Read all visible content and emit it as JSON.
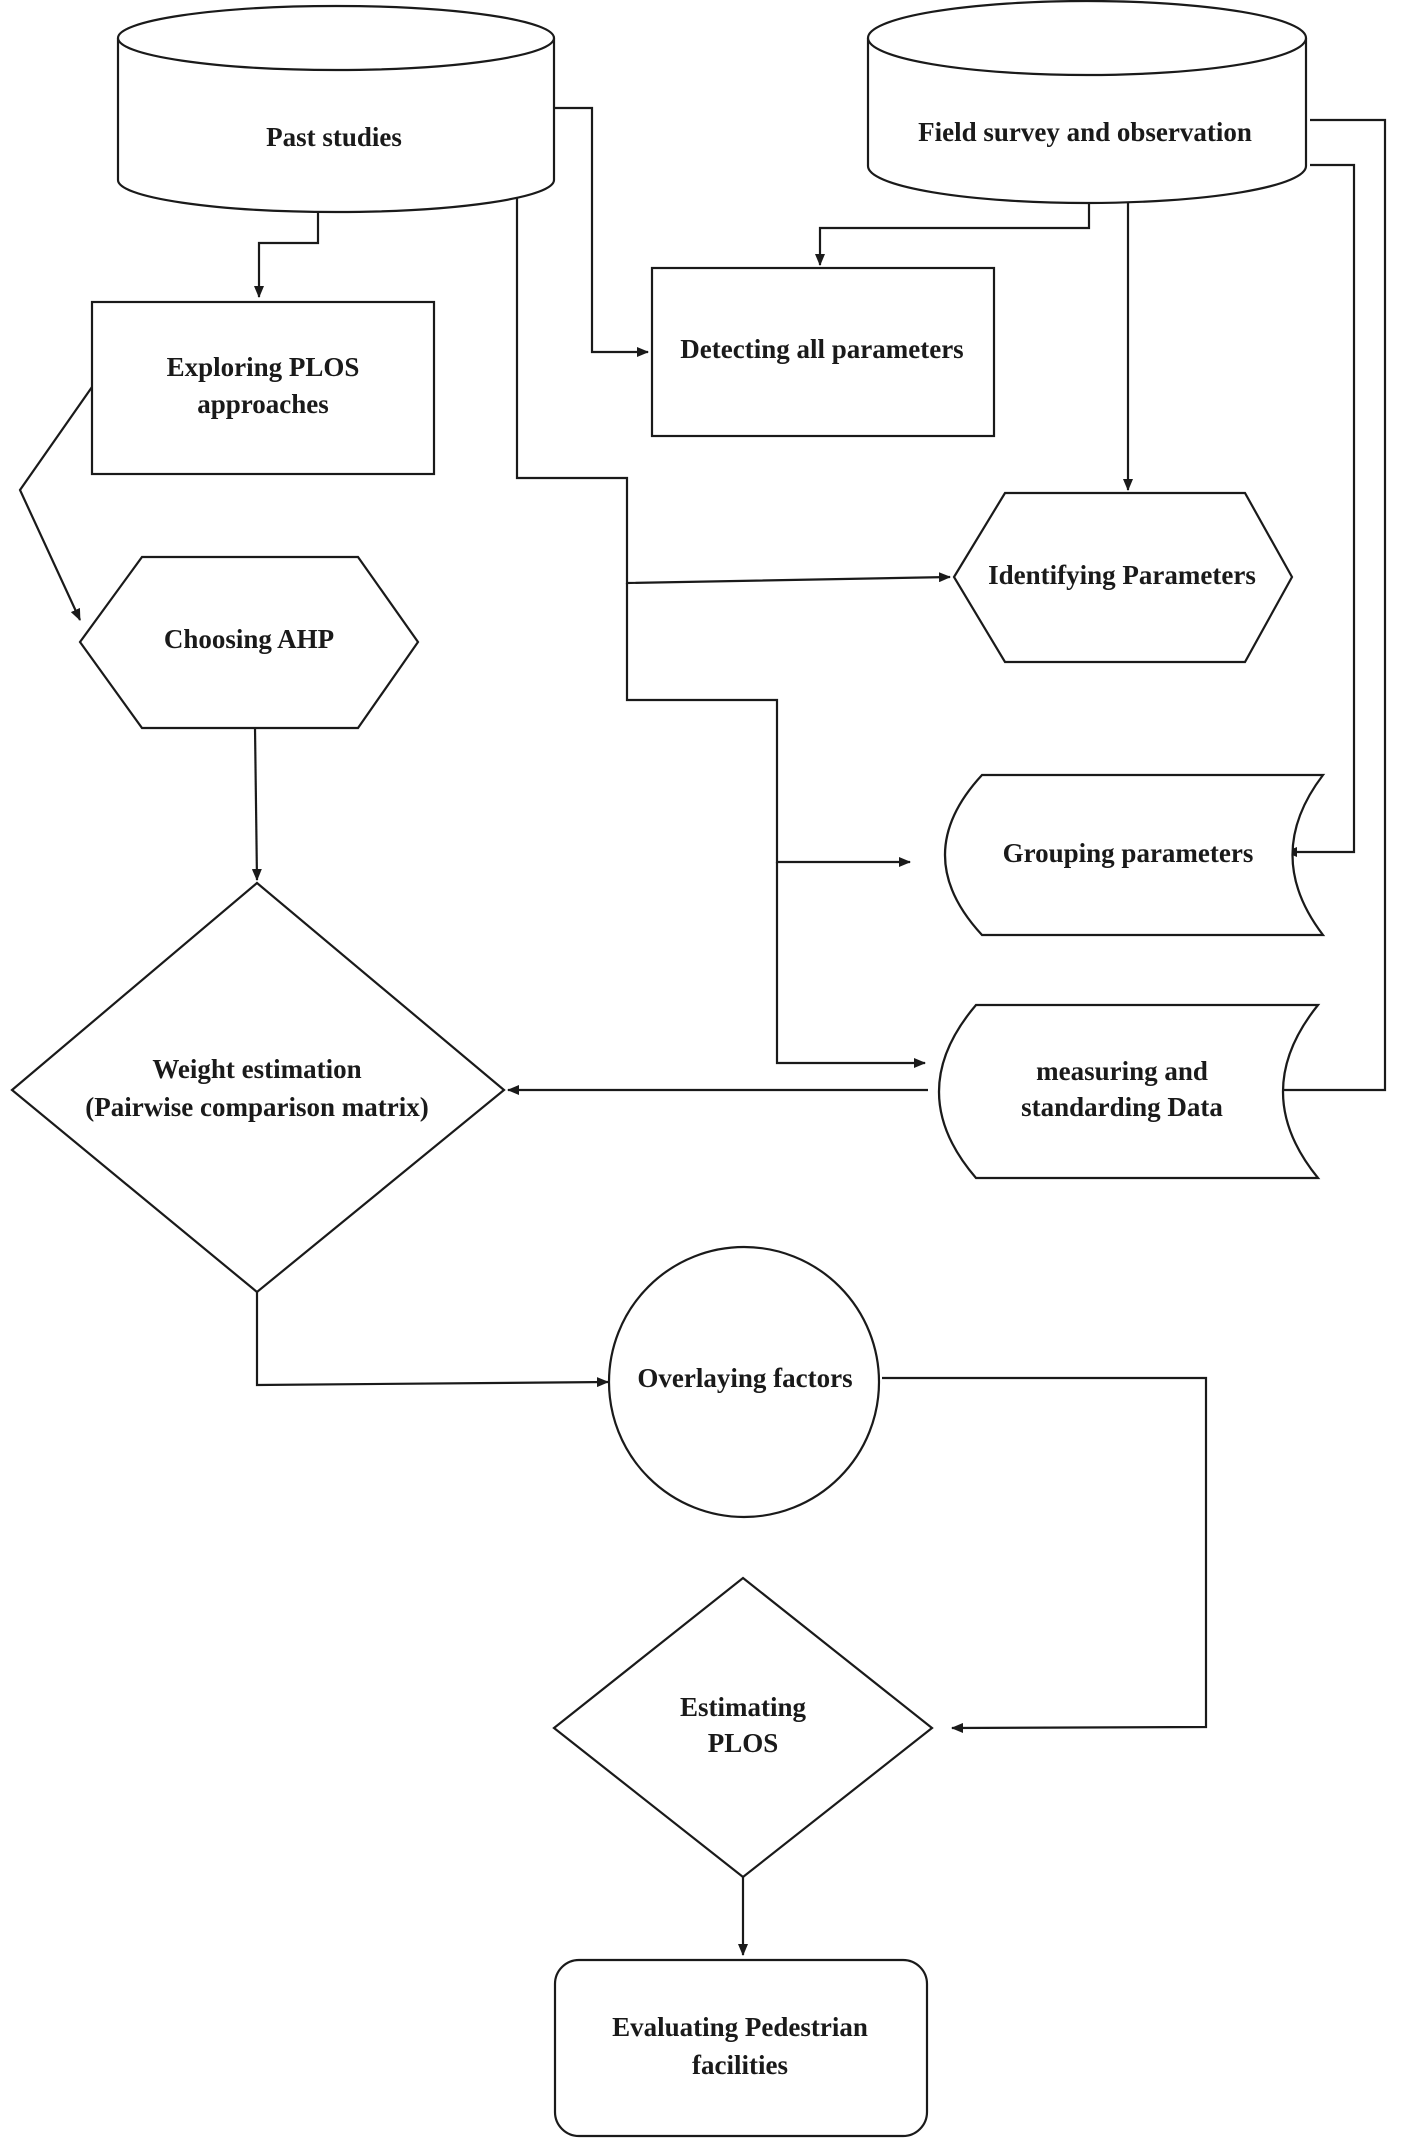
{
  "diagram": {
    "type": "flowchart",
    "nodes": {
      "past_studies": {
        "shape": "cylinder",
        "label": "Past studies"
      },
      "field_survey": {
        "shape": "cylinder",
        "label": "Field survey and observation"
      },
      "exploring_plos": {
        "shape": "rectangle",
        "line1": "Exploring PLOS",
        "line2": "approaches"
      },
      "detecting_params": {
        "shape": "rectangle",
        "label": "Detecting all parameters"
      },
      "identifying_params": {
        "shape": "hexagon",
        "label": "Identifying Parameters"
      },
      "choosing_ahp": {
        "shape": "hexagon",
        "label": "Choosing AHP"
      },
      "grouping_params": {
        "shape": "stored-data",
        "label": "Grouping parameters"
      },
      "measuring_data": {
        "shape": "stored-data",
        "line1": "measuring and",
        "line2": "standarding Data"
      },
      "weight_estimation": {
        "shape": "diamond",
        "line1": "Weight estimation",
        "line2": "(Pairwise comparison matrix)"
      },
      "overlaying_factors": {
        "shape": "circle",
        "label": "Overlaying factors"
      },
      "estimating_plos": {
        "shape": "diamond",
        "line1": "Estimating",
        "line2": "PLOS"
      },
      "evaluating_facilities": {
        "shape": "rounded-rectangle",
        "line1": "Evaluating Pedestrian",
        "line2": "facilities"
      }
    },
    "edges": [
      {
        "from": "past_studies",
        "to": "exploring_plos"
      },
      {
        "from": "past_studies",
        "to": "detecting_params"
      },
      {
        "from": "past_studies",
        "to": "identifying_params"
      },
      {
        "from": "past_studies",
        "to": "grouping_params"
      },
      {
        "from": "past_studies",
        "to": "measuring_data"
      },
      {
        "from": "field_survey",
        "to": "detecting_params"
      },
      {
        "from": "field_survey",
        "to": "identifying_params"
      },
      {
        "from": "field_survey",
        "to": "grouping_params"
      },
      {
        "from": "field_survey",
        "to": "measuring_data"
      },
      {
        "from": "exploring_plos",
        "to": "choosing_ahp"
      },
      {
        "from": "choosing_ahp",
        "to": "weight_estimation"
      },
      {
        "from": "measuring_data",
        "to": "weight_estimation"
      },
      {
        "from": "weight_estimation",
        "to": "overlaying_factors"
      },
      {
        "from": "overlaying_factors",
        "to": "estimating_plos"
      },
      {
        "from": "estimating_plos",
        "to": "evaluating_facilities"
      }
    ]
  }
}
